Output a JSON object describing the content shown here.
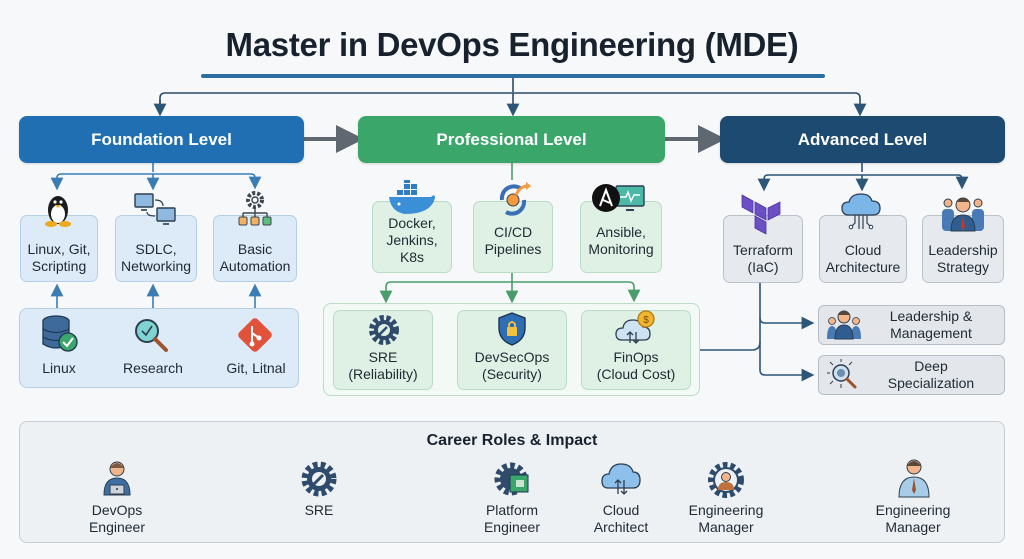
{
  "title": "Master in DevOps Engineering (MDE)",
  "levels": {
    "foundation": {
      "label": "Foundation Level",
      "color": "#1f6fb2",
      "topics": [
        {
          "label": "Linux, Git, Scripting",
          "icon": "linux-penguin-icon"
        },
        {
          "label": "SDLC, Networking",
          "icon": "network-computers-icon"
        },
        {
          "label": "Basic Automation",
          "icon": "automation-gear-icon"
        }
      ],
      "basics": [
        {
          "label": "Linux",
          "icon": "database-check-icon"
        },
        {
          "label": "Research",
          "icon": "magnifier-check-icon"
        },
        {
          "label": "Git, Litnal",
          "icon": "git-icon"
        }
      ]
    },
    "professional": {
      "label": "Professional Level",
      "color": "#3aa66a",
      "topics": [
        {
          "label": "Docker, Jenkins, K8s",
          "icon": "docker-whale-icon"
        },
        {
          "label": "CI/CD Pipelines",
          "icon": "cicd-cycle-icon"
        },
        {
          "label": "Ansible, Monitoring",
          "icon": "ansible-monitor-icon"
        }
      ],
      "specializations": [
        {
          "label": "SRE (Reliability)",
          "line1": "SRE",
          "line2": "(Reliability)",
          "icon": "gear-wrench-icon"
        },
        {
          "label": "DevSecOps (Security)",
          "line1": "DevSecOps",
          "line2": "(Security)",
          "icon": "shield-lock-icon"
        },
        {
          "label": "FinOps (Cloud Cost)",
          "line1": "FinOps",
          "line2": "(Cloud Cost)",
          "icon": "cloud-coin-icon"
        }
      ]
    },
    "advanced": {
      "label": "Advanced Level",
      "color": "#1d4a70",
      "topics": [
        {
          "label": "Terraform (IaC)",
          "line1": "Terraform",
          "line2": "(IaC)",
          "icon": "terraform-icon"
        },
        {
          "label": "Cloud Architecture",
          "line1": "Cloud",
          "line2": "Architecture",
          "icon": "cloud-circuit-icon"
        },
        {
          "label": "Leadership Strategy",
          "line1": "Leadership",
          "line2": "Strategy",
          "icon": "leader-team-icon"
        }
      ],
      "outcomes": [
        {
          "line1": "Leadership &",
          "line2": "Management",
          "icon": "manager-team-icon"
        },
        {
          "line1": "Deep",
          "line2": "Specialization",
          "icon": "deep-search-icon"
        }
      ]
    }
  },
  "career": {
    "title": "Career Roles & Impact",
    "roles": [
      {
        "line1": "DevOps",
        "line2": "Engineer",
        "icon": "engineer-laptop-icon"
      },
      {
        "line1": "SRE",
        "line2": "",
        "icon": "gear-wrench-icon"
      },
      {
        "line1": "Platform",
        "line2": "Engineer",
        "icon": "platform-gear-icon"
      },
      {
        "line1": "Cloud",
        "line2": "Architect",
        "icon": "cloud-arrows-icon"
      },
      {
        "line1": "Engineering",
        "line2": "Manager",
        "icon": "manager-gear-icon"
      },
      {
        "line1": "Engineering",
        "line2": "Manager",
        "icon": "manager-tie-icon"
      }
    ]
  }
}
